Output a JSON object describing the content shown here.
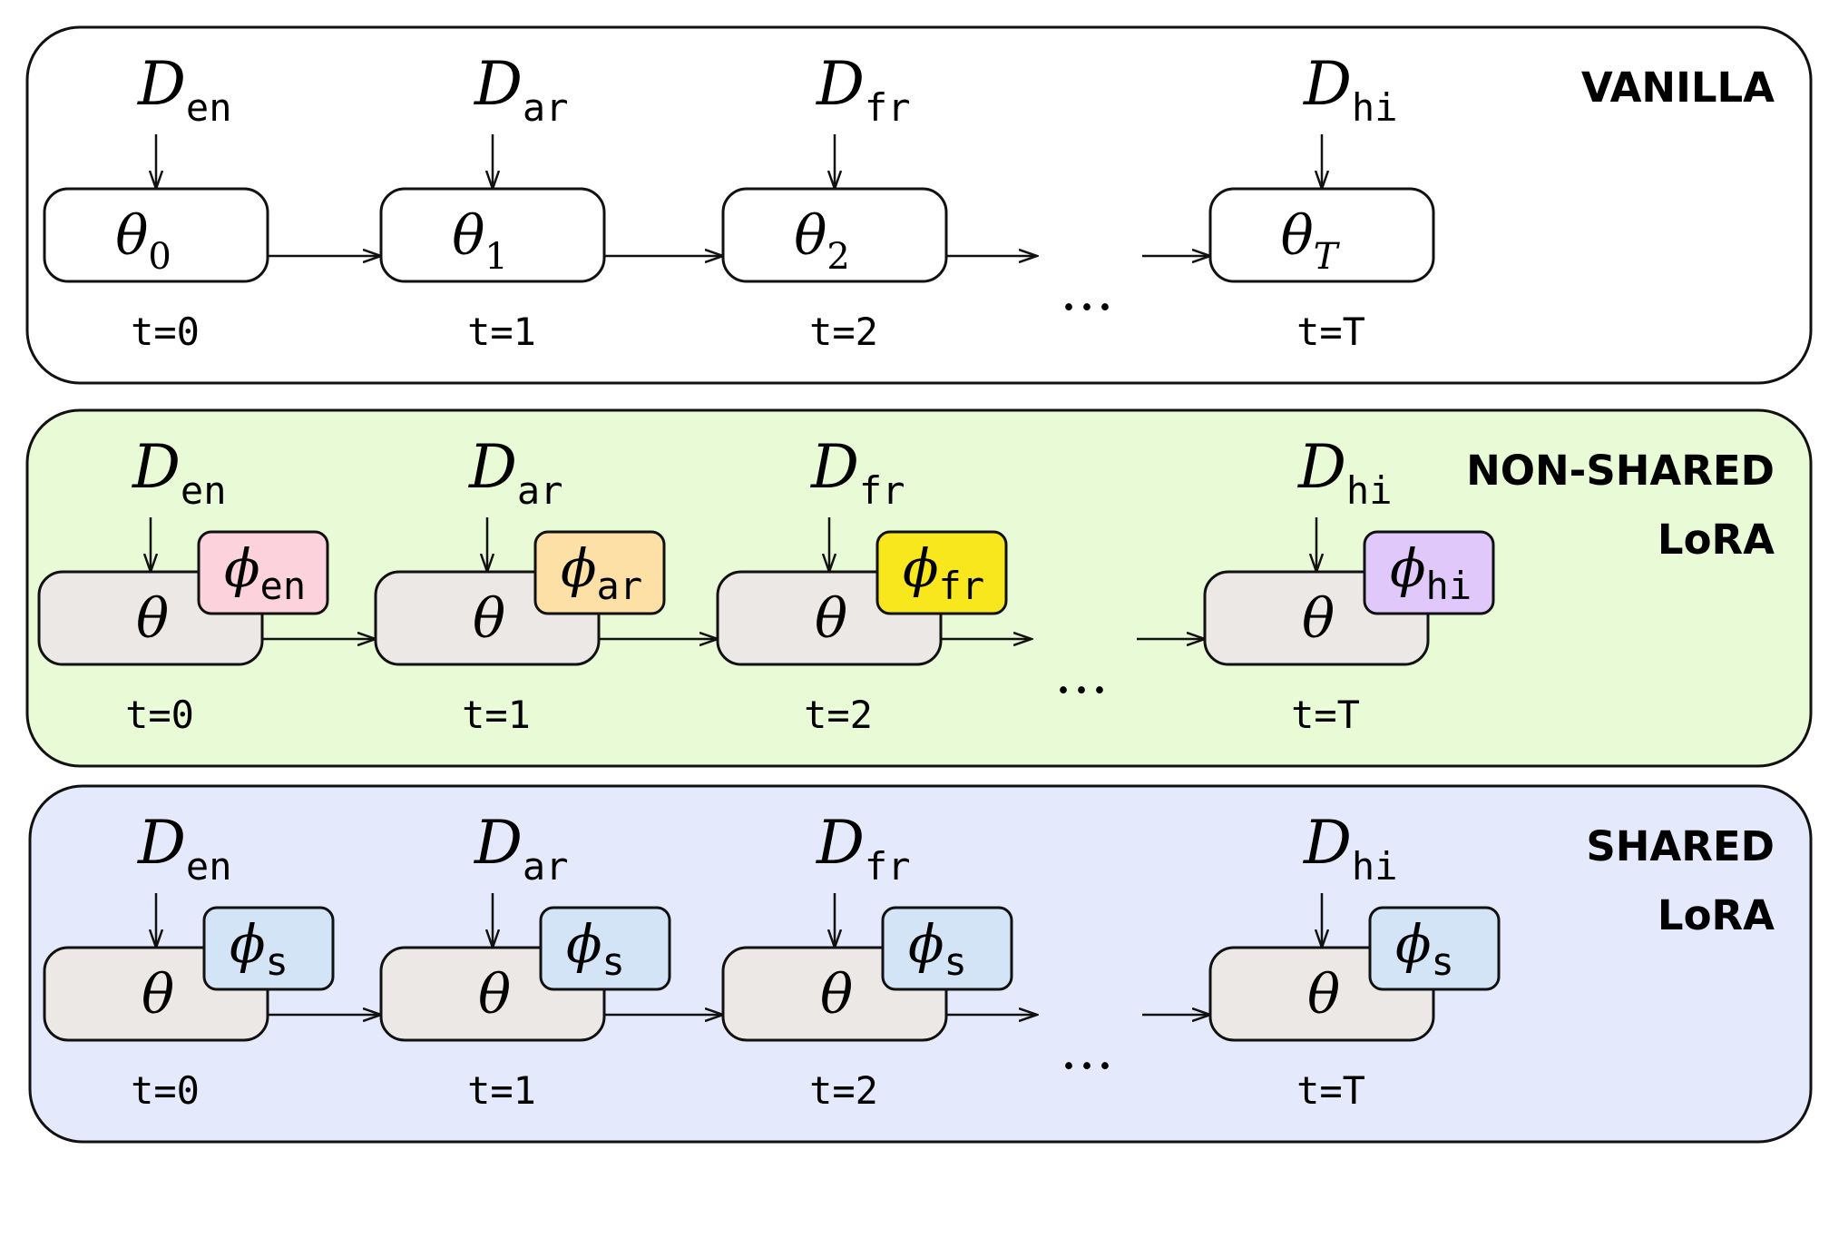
{
  "panels": [
    {
      "id": "vanilla",
      "title_lines": [
        "VANILLA"
      ],
      "background": "#ffffff",
      "steps": [
        {
          "dataset": "D",
          "lang": "en",
          "model": "θ",
          "model_sub": "0",
          "time": "t=0"
        },
        {
          "dataset": "D",
          "lang": "ar",
          "model": "θ",
          "model_sub": "1",
          "time": "t=1"
        },
        {
          "dataset": "D",
          "lang": "fr",
          "model": "θ",
          "model_sub": "2",
          "time": "t=2"
        },
        {
          "dataset": "D",
          "lang": "hi",
          "model": "θ",
          "model_sub": "T",
          "time": "t=T"
        }
      ],
      "ellipsis": "…"
    },
    {
      "id": "non-shared-lora",
      "title_lines": [
        "NON-SHARED",
        "LoRA"
      ],
      "background": "#e8fbd6",
      "steps": [
        {
          "dataset": "D",
          "lang": "en",
          "model": "θ",
          "adapter": "ϕ",
          "adapter_sub": "en",
          "adapter_color": "#fcd3dc",
          "time": "t=0"
        },
        {
          "dataset": "D",
          "lang": "ar",
          "model": "θ",
          "adapter": "ϕ",
          "adapter_sub": "ar",
          "adapter_color": "#fde0a6",
          "time": "t=1"
        },
        {
          "dataset": "D",
          "lang": "fr",
          "model": "θ",
          "adapter": "ϕ",
          "adapter_sub": "fr",
          "adapter_color": "#f8e71c",
          "time": "t=2"
        },
        {
          "dataset": "D",
          "lang": "hi",
          "model": "θ",
          "adapter": "ϕ",
          "adapter_sub": "hi",
          "adapter_color": "#e1c8fa",
          "time": "t=T"
        }
      ],
      "ellipsis": "…"
    },
    {
      "id": "shared-lora",
      "title_lines": [
        "SHARED",
        "LoRA"
      ],
      "background": "#e4eafb",
      "steps": [
        {
          "dataset": "D",
          "lang": "en",
          "model": "θ",
          "adapter": "ϕ",
          "adapter_sub": "s",
          "adapter_color": "#d4e4f7",
          "time": "t=0"
        },
        {
          "dataset": "D",
          "lang": "ar",
          "model": "θ",
          "adapter": "ϕ",
          "adapter_sub": "s",
          "adapter_color": "#d4e4f7",
          "time": "t=1"
        },
        {
          "dataset": "D",
          "lang": "fr",
          "model": "θ",
          "adapter": "ϕ",
          "adapter_sub": "s",
          "adapter_color": "#d4e4f7",
          "time": "t=2"
        },
        {
          "dataset": "D",
          "lang": "hi",
          "model": "θ",
          "adapter": "ϕ",
          "adapter_sub": "s",
          "adapter_color": "#d4e4f7",
          "time": "t=T"
        }
      ],
      "ellipsis": "…"
    }
  ],
  "colors": {
    "frozen_model_fill": "#ece8e6",
    "trainable_model_fill": "#ffffff",
    "stroke": "#111111"
  }
}
